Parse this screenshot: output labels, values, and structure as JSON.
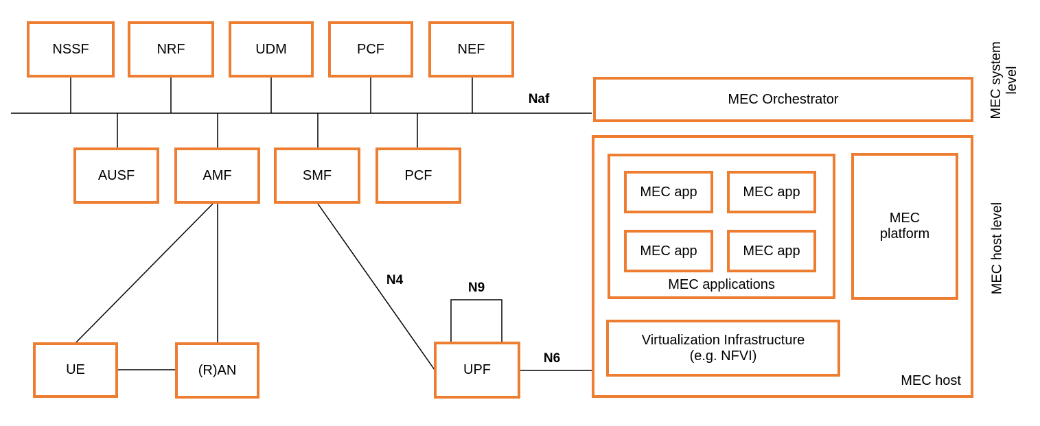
{
  "colors": {
    "box_border": "#ED7D31",
    "connector": "#000000",
    "text": "#000000",
    "background": "#FFFFFF"
  },
  "network_functions": {
    "nssf": "NSSF",
    "nrf": "NRF",
    "udm": "UDM",
    "pcf_top": "PCF",
    "nef": "NEF",
    "ausf": "AUSF",
    "amf": "AMF",
    "smf": "SMF",
    "pcf_mid": "PCF",
    "ue": "UE",
    "ran": "(R)AN",
    "upf": "UPF"
  },
  "reference_points": {
    "naf": "Naf",
    "n4": "N4",
    "n9": "N9",
    "n6": "N6"
  },
  "mec": {
    "orchestrator": "MEC Orchestrator",
    "host": "MEC host",
    "applications_group": "MEC applications",
    "app1": "MEC app",
    "app2": "MEC app",
    "app3": "MEC app",
    "app4": "MEC app",
    "platform": "MEC platform",
    "virtualization_line1": "Virtualization Infrastructure",
    "virtualization_line2": "(e.g. NFVI)"
  },
  "side_labels": {
    "system_level": "MEC system level",
    "host_level": "MEC host level"
  }
}
